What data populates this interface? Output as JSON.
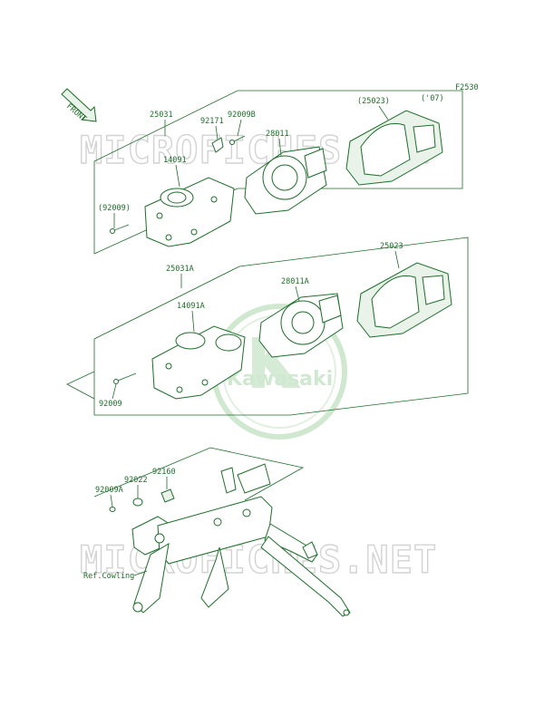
{
  "figure_code": "F2530",
  "year_note": "('07)",
  "front_label": "FRONT",
  "watermark_text": "MICROFICHES.NET",
  "brand_logo_text": "Kawasaki",
  "ref_label": "Ref.Cowling",
  "colors": {
    "line": "#1d6e2a",
    "watermark": "#d3d3d3",
    "logo": "#cfe8cf"
  },
  "parts": {
    "p25031": "25031",
    "p92171": "92171",
    "p92009B": "92009B",
    "p28011": "28011",
    "p25023_paren": "(25023)",
    "p14091": "14091",
    "p92009_paren": "(92009)",
    "p25031A": "25031A",
    "p25023": "25023",
    "p28011A": "28011A",
    "p14091A": "14091A",
    "p92009": "92009",
    "p92160": "92160",
    "p92022": "92022",
    "p92009A": "92009A"
  }
}
